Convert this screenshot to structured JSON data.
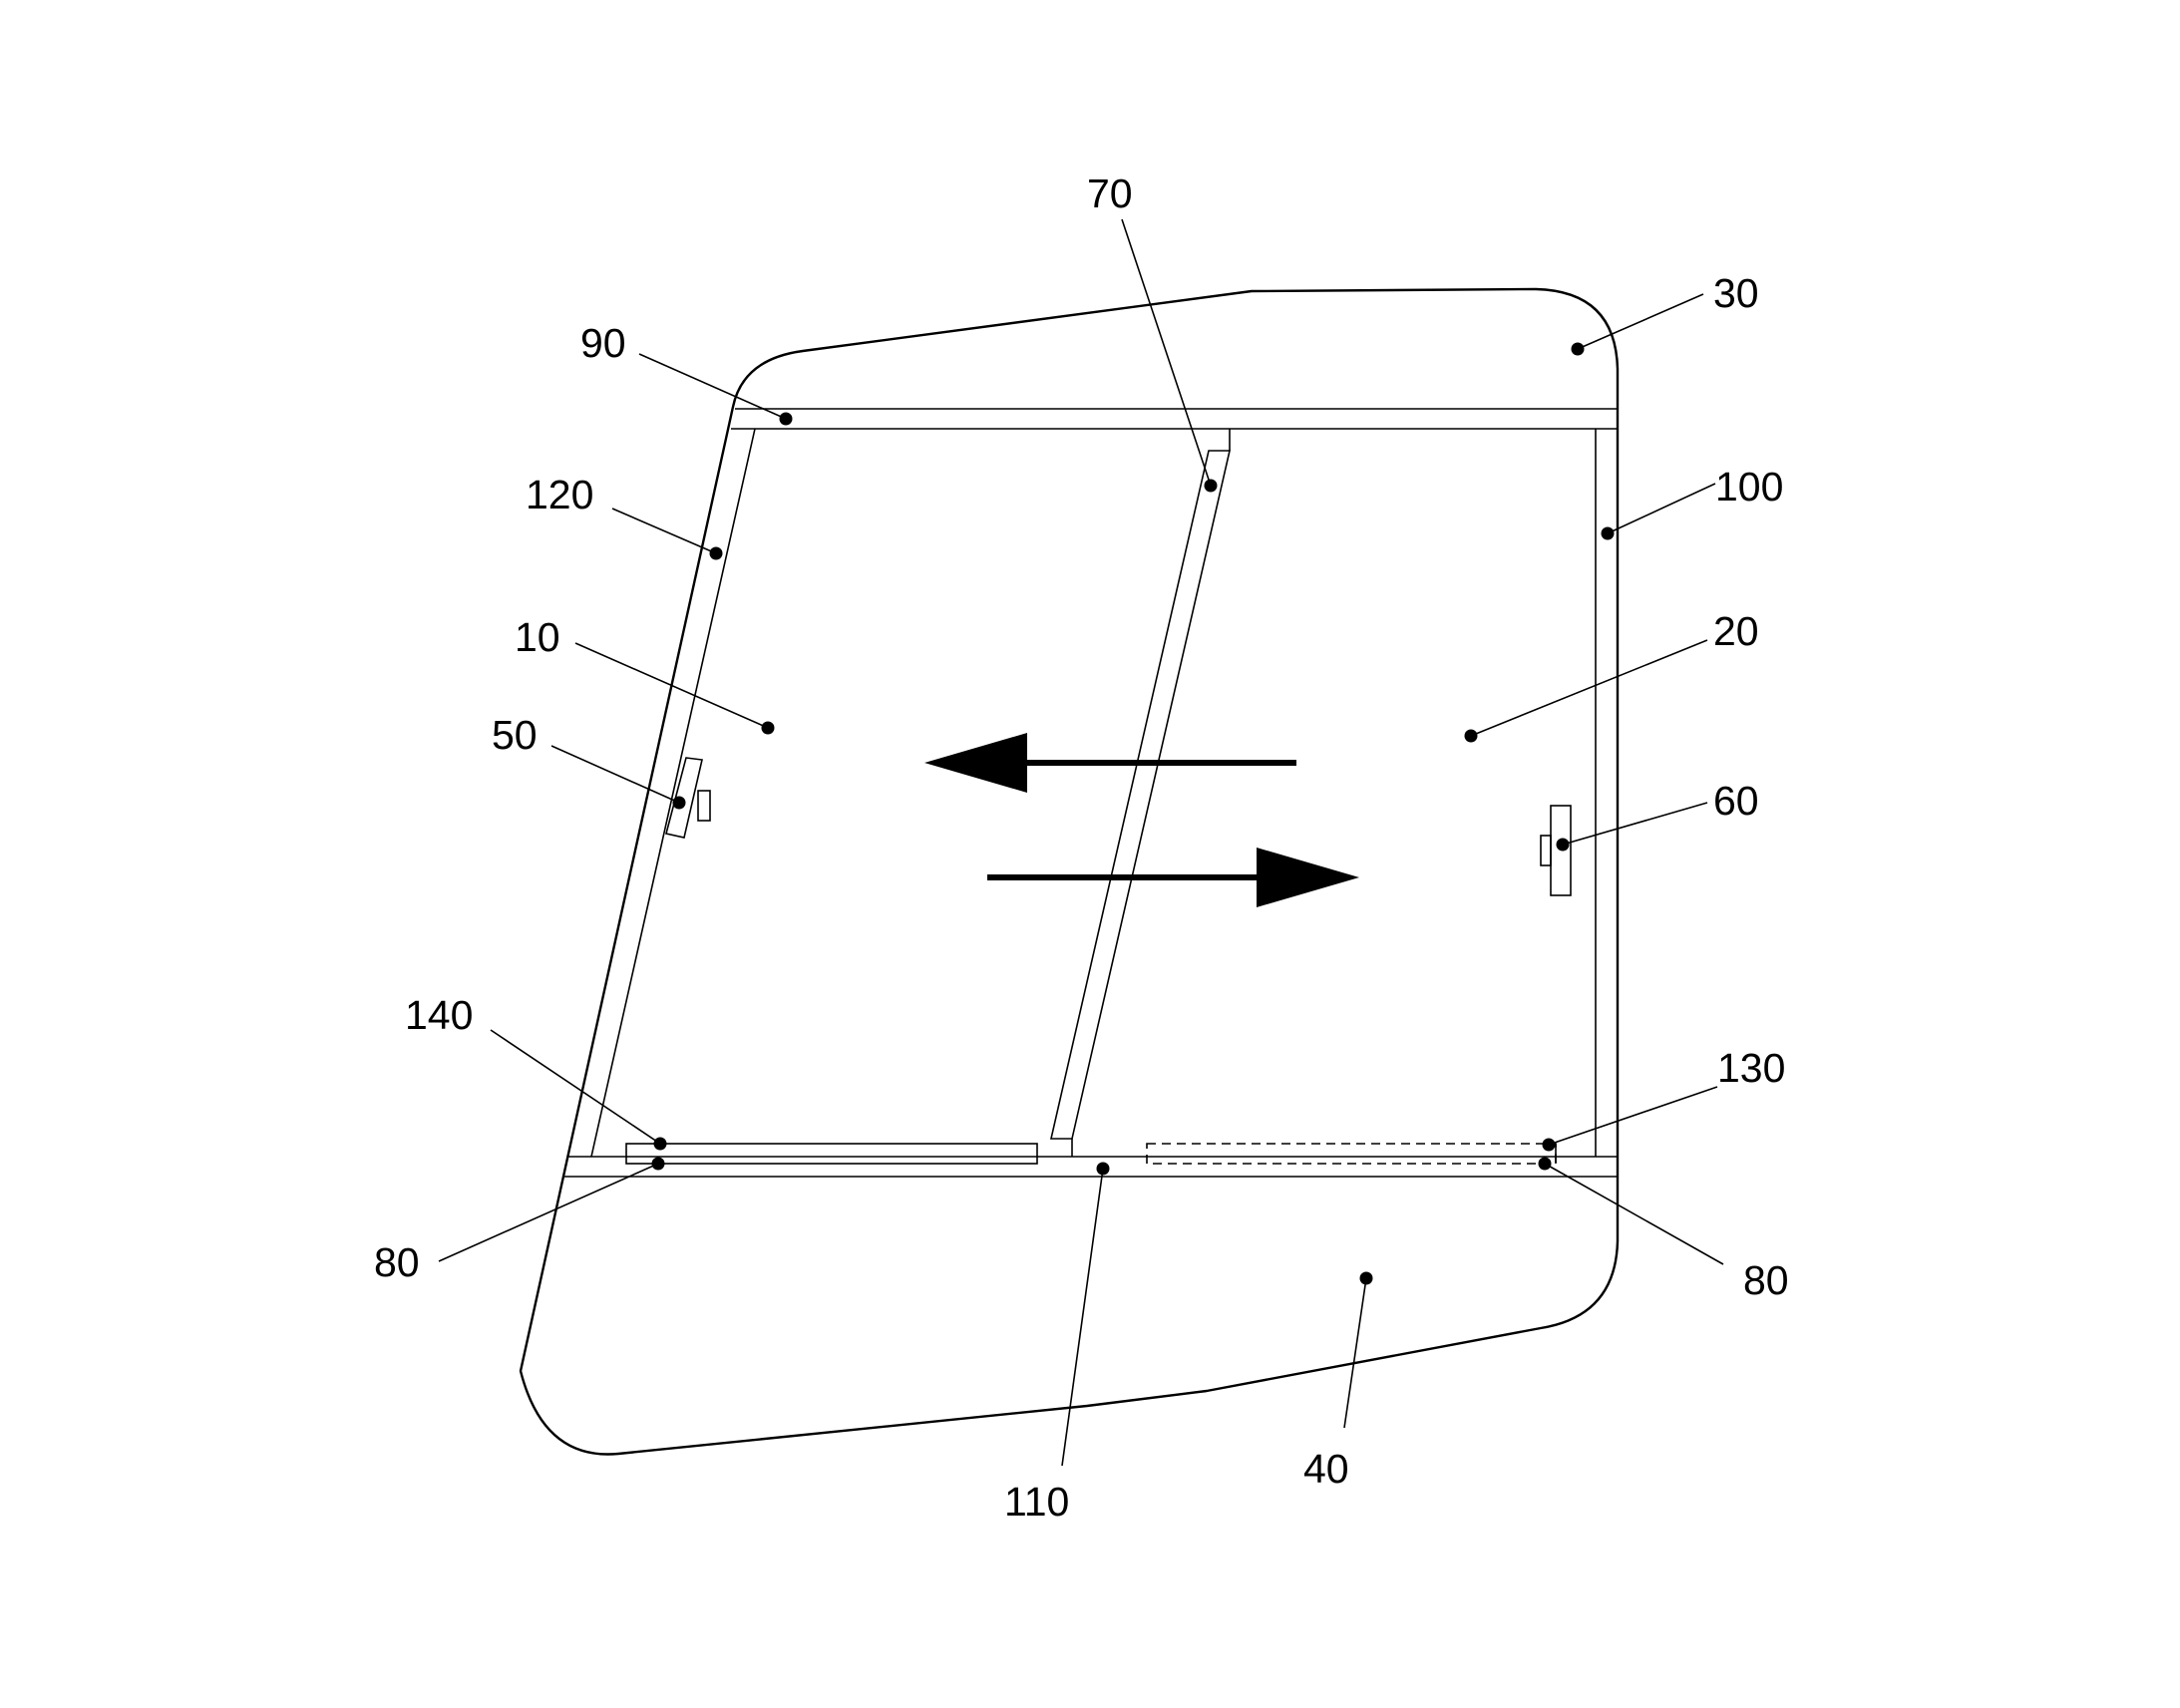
{
  "labels": {
    "l10": "10",
    "l20": "20",
    "l30": "30",
    "l40": "40",
    "l50": "50",
    "l60": "60",
    "l70": "70",
    "l80a": "80",
    "l80b": "80",
    "l90": "90",
    "l100": "100",
    "l110": "110",
    "l120": "120",
    "l130": "130",
    "l140": "140"
  },
  "colors": {
    "line": "#000000",
    "background": "#ffffff"
  }
}
